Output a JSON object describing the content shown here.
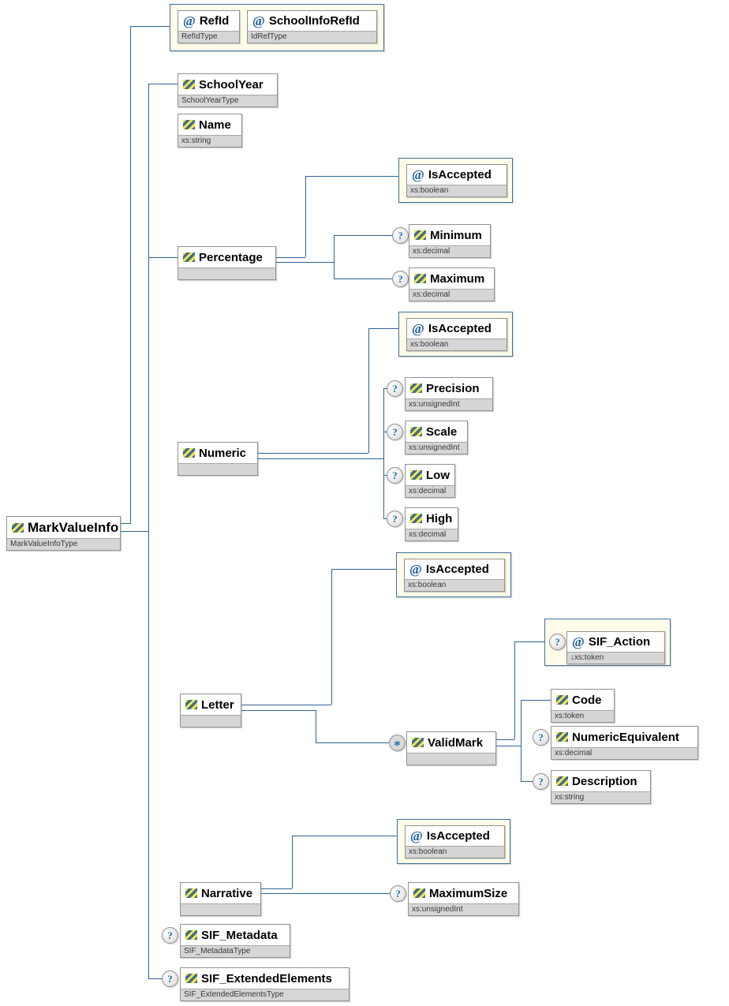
{
  "diagram": {
    "title": "MarkValueInfo XML schema content model",
    "icons": {
      "attribute": "@",
      "optional": "?",
      "repeating": "*",
      "element_icon": "element-stripes-icon"
    },
    "colors": {
      "connector": "#2f6395",
      "group_background": "#fffdea",
      "group_border": "#41719c",
      "datatype_bar": "#d6d6d6",
      "icon_yellow": "#ffe93d",
      "icon_blue": "#3e6d9c"
    },
    "nodes": [
      {
        "id": "refid",
        "kind": "attribute",
        "label": "RefId",
        "datatype": "RefIdType",
        "occurrence": "required"
      },
      {
        "id": "schoolinforefid",
        "kind": "attribute",
        "label": "SchoolInfoRefId",
        "datatype": "IdRefType",
        "occurrence": "required"
      },
      {
        "id": "schoolyear",
        "kind": "element",
        "label": "SchoolYear",
        "datatype": "SchoolYearType",
        "occurrence": "required"
      },
      {
        "id": "name",
        "kind": "element",
        "label": "Name",
        "datatype": "xs:string",
        "occurrence": "required"
      },
      {
        "id": "isaccepted_percentage",
        "kind": "attribute",
        "label": "IsAccepted",
        "datatype": "xs:boolean",
        "occurrence": "required"
      },
      {
        "id": "percentage",
        "kind": "element",
        "label": "Percentage",
        "datatype": "",
        "occurrence": "required"
      },
      {
        "id": "minimum",
        "kind": "element",
        "label": "Minimum",
        "datatype": "xs:decimal",
        "occurrence": "optional"
      },
      {
        "id": "maximum",
        "kind": "element",
        "label": "Maximum",
        "datatype": "xs:decimal",
        "occurrence": "optional"
      },
      {
        "id": "isaccepted_numeric",
        "kind": "attribute",
        "label": "IsAccepted",
        "datatype": "xs:boolean",
        "occurrence": "required"
      },
      {
        "id": "precision",
        "kind": "element",
        "label": "Precision",
        "datatype": "xs:unsignedInt",
        "occurrence": "optional"
      },
      {
        "id": "scale",
        "kind": "element",
        "label": "Scale",
        "datatype": "xs:unsignedInt",
        "occurrence": "optional"
      },
      {
        "id": "low",
        "kind": "element",
        "label": "Low",
        "datatype": "xs:decimal",
        "occurrence": "optional"
      },
      {
        "id": "high",
        "kind": "element",
        "label": "High",
        "datatype": "xs:decimal",
        "occurrence": "optional"
      },
      {
        "id": "numeric",
        "kind": "element",
        "label": "Numeric",
        "datatype": "",
        "occurrence": "required"
      },
      {
        "id": "isaccepted_letter",
        "kind": "attribute",
        "label": "IsAccepted",
        "datatype": "xs:boolean",
        "occurrence": "required"
      },
      {
        "id": "letter",
        "kind": "element",
        "label": "Letter",
        "datatype": "",
        "occurrence": "required"
      },
      {
        "id": "sif_action",
        "kind": "attribute",
        "label": "SIF_Action",
        "datatype": "↓xs:token",
        "occurrence": "optional"
      },
      {
        "id": "validmark",
        "kind": "element",
        "label": "ValidMark",
        "datatype": "",
        "occurrence": "repeating"
      },
      {
        "id": "code",
        "kind": "element",
        "label": "Code",
        "datatype": "xs:token",
        "occurrence": "required"
      },
      {
        "id": "numericequivalent",
        "kind": "element",
        "label": "NumericEquivalent",
        "datatype": "xs:decimal",
        "occurrence": "optional"
      },
      {
        "id": "description",
        "kind": "element",
        "label": "Description",
        "datatype": "xs:string",
        "occurrence": "optional"
      },
      {
        "id": "isaccepted_narrative",
        "kind": "attribute",
        "label": "IsAccepted",
        "datatype": "xs:boolean",
        "occurrence": "required"
      },
      {
        "id": "narrative",
        "kind": "element",
        "label": "Narrative",
        "datatype": "",
        "occurrence": "required"
      },
      {
        "id": "maximumsize",
        "kind": "element",
        "label": "MaximumSize",
        "datatype": "xs:unsignedInt",
        "occurrence": "optional"
      },
      {
        "id": "sif_metadata",
        "kind": "element",
        "label": "SIF_Metadata",
        "datatype": "SIF_MetadataType",
        "occurrence": "optional"
      },
      {
        "id": "sif_extendedelements",
        "kind": "element",
        "label": "SIF_ExtendedElements",
        "datatype": "SIF_ExtendedElementsType",
        "occurrence": "optional"
      },
      {
        "id": "markvalueinfo",
        "kind": "element",
        "label": "MarkValueInfo",
        "datatype": "MarkValueInfoType",
        "occurrence": "root"
      }
    ]
  }
}
